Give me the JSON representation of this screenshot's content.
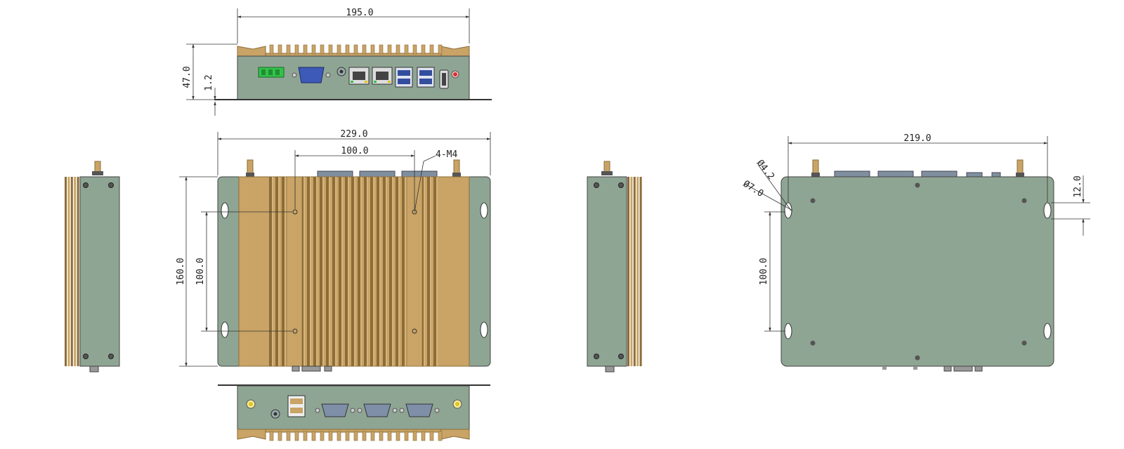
{
  "colors": {
    "panel": "#8fa594",
    "panel_dark": "#6f8574",
    "gold": "#c9a466",
    "gold_dark": "#8c6c38",
    "gold_light": "#e3c58f",
    "vga_blue": "#3d5ab8",
    "usb_blue": "#334d9e",
    "power_green": "#33c24a",
    "led_red": "#d93030",
    "led_yellow": "#e2c41c",
    "line": "#333333"
  },
  "dimensions": {
    "top_width": "195.0",
    "top_height": "47.0",
    "top_flange": "1.2",
    "front_width": "229.0",
    "front_height": "160.0",
    "hole_spacing_h": "100.0",
    "hole_spacing_v": "100.0",
    "thread_callout": "4-M4",
    "bottom_width": "219.0",
    "hole_dia_small": "Ø4.2",
    "hole_dia_large": "Ø7.0",
    "slot_offset": "12.0",
    "bottom_hole_spacing_v": "100.0"
  },
  "views": {
    "top": {
      "icons": [
        "power-terminal-icon",
        "vga-port-icon",
        "power-button-icon",
        "rj45-port-icon",
        "rj45-port-icon",
        "usb-port-icon",
        "usb-port-icon",
        "hdmi-port-icon",
        "led-icon"
      ]
    },
    "rear": {
      "icons": [
        "led-icon",
        "usb-port-icon",
        "power-button-icon",
        "serial-port-icon",
        "serial-port-icon",
        "serial-port-icon",
        "led-icon"
      ]
    }
  }
}
